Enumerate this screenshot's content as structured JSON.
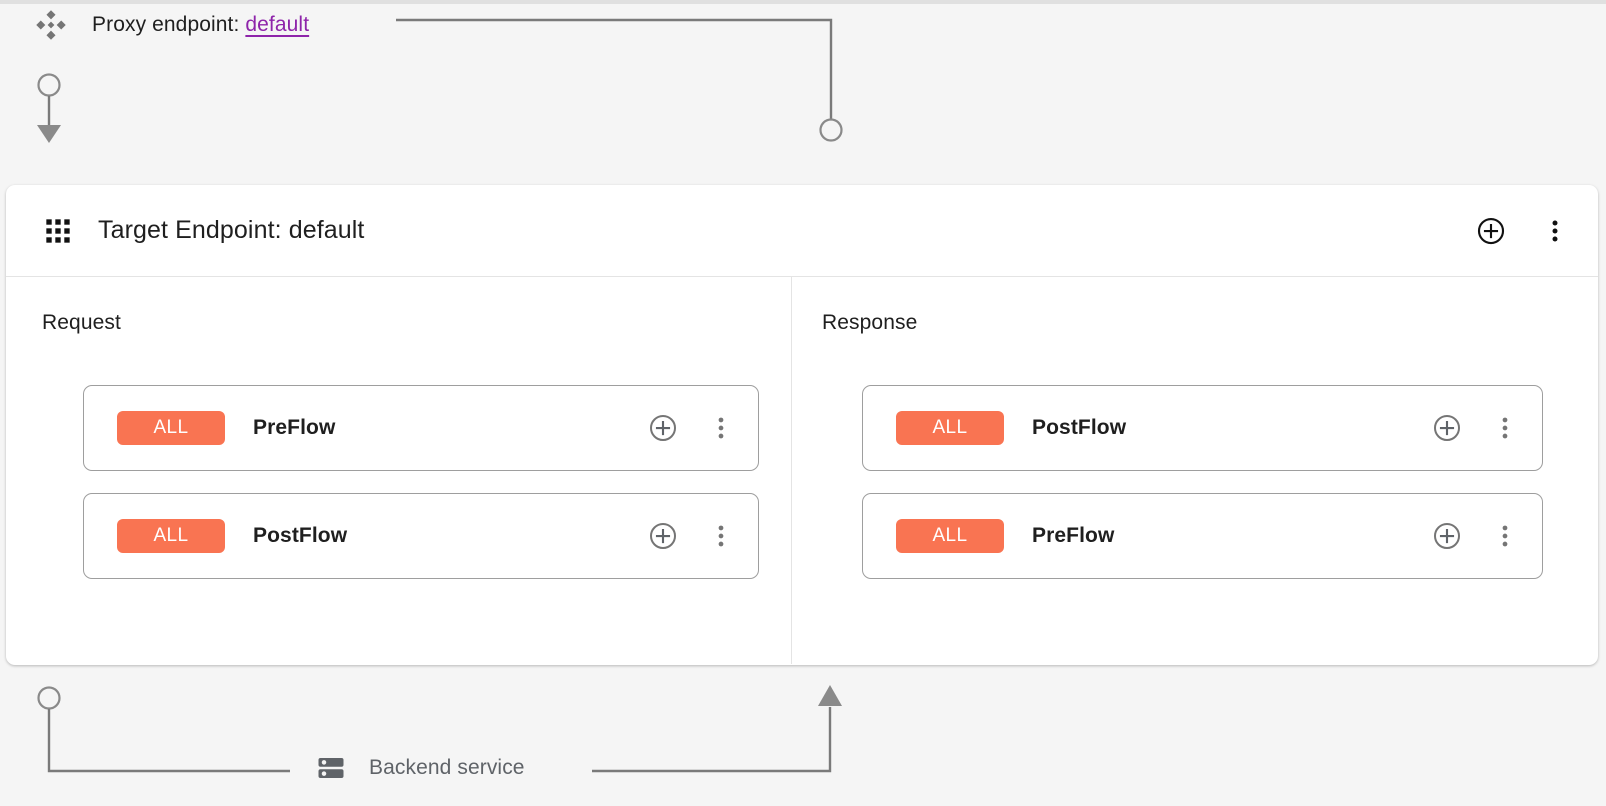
{
  "colors": {
    "page_background": "#f5f5f5",
    "panel_background": "#ffffff",
    "badge_orange": "#f97452",
    "link_purple": "#8e24aa",
    "connector_gray": "#7a7a7a",
    "text_primary": "#1f1f1f",
    "text_secondary": "#5f6368"
  },
  "proxy_row": {
    "drag_icon": "drag-diamond-icon",
    "label_prefix": "Proxy endpoint:",
    "link_text": "default"
  },
  "panel": {
    "grid_icon": "grid-apps-icon",
    "title": "Target Endpoint: default",
    "add_icon": "plus-circle-icon",
    "menu_icon": "more-vertical-icon"
  },
  "columns": [
    {
      "title": "Request",
      "flows": [
        {
          "badge": "ALL",
          "name": "PreFlow",
          "add_icon": "plus-circle-icon",
          "menu_icon": "more-vertical-icon"
        },
        {
          "badge": "ALL",
          "name": "PostFlow",
          "add_icon": "plus-circle-icon",
          "menu_icon": "more-vertical-icon"
        }
      ]
    },
    {
      "title": "Response",
      "flows": [
        {
          "badge": "ALL",
          "name": "PostFlow",
          "add_icon": "plus-circle-icon",
          "menu_icon": "more-vertical-icon"
        },
        {
          "badge": "ALL",
          "name": "PreFlow",
          "add_icon": "plus-circle-icon",
          "menu_icon": "more-vertical-icon"
        }
      ]
    }
  ],
  "backend": {
    "icon": "server-icon",
    "label": "Backend service"
  }
}
